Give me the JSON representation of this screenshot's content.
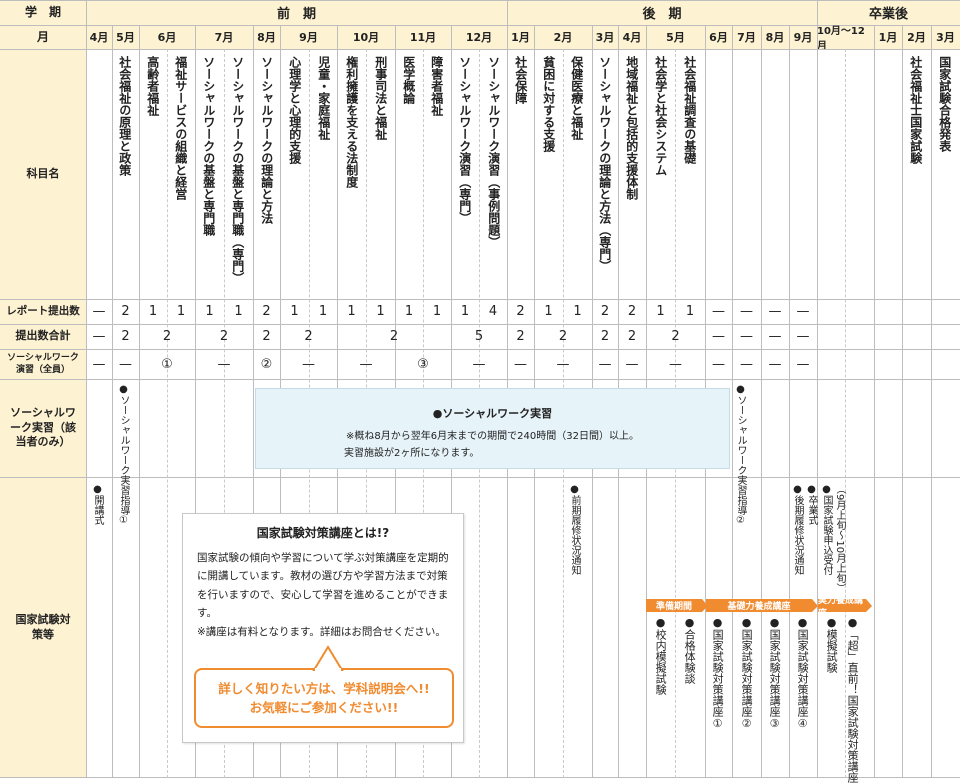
{
  "header": {
    "row_term_label": "学　期",
    "row_month_label": "月",
    "terms": [
      "前　期",
      "後　期",
      "卒業後"
    ],
    "months": [
      "4月",
      "5月",
      "6月",
      "7月",
      "8月",
      "9月",
      "10月",
      "11月",
      "12月",
      "1月",
      "2月",
      "3月",
      "4月",
      "5月",
      "6月",
      "7月",
      "8月",
      "9月",
      "10月〜12月",
      "1月",
      "2月",
      "3月"
    ]
  },
  "row_labels": {
    "subjects": "科目名",
    "reports": "レポート提出数",
    "total": "提出数合計",
    "sw_practice": "ソーシャルワーク演習（全員）",
    "sw_jisshu": "ソーシャルワーク実習（該当者のみ）",
    "exam": "国家試験対策等"
  },
  "subjects": [
    "社会福祉の原理と政策",
    "高齢者福祉",
    "福祉サービスの組織と経営",
    "ソーシャルワークの基盤と専門職",
    "ソーシャルワークの基盤と専門職（専門）",
    "ソーシャルワークの理論と方法",
    "心理学と心理的支援",
    "児童・家庭福祉",
    "権利擁護を支える法制度",
    "刑事司法と福祉",
    "医学概論",
    "障害者福祉",
    "ソーシャルワーク演習（専門）",
    "ソーシャルワーク演習（事例問題）",
    "社会保障",
    "貧困に対する支援",
    "保健医療と福祉",
    "ソーシャルワークの理論と方法（専門）",
    "地域福祉と包括的支援体制",
    "社会学と社会システム",
    "社会福祉調査の基礎",
    "社会福祉士国家試験",
    "国家試験合格発表"
  ],
  "reports": [
    "—",
    "2",
    "1",
    "1",
    "1",
    "1",
    "2",
    "1",
    "1",
    "1",
    "1",
    "1",
    "1",
    "1",
    "4",
    "2",
    "1",
    "1",
    "2",
    "2",
    "1",
    "1",
    "—",
    "—",
    "—",
    "—"
  ],
  "totals": [
    "—",
    "2",
    "2",
    "2",
    "2",
    "2",
    "2",
    "5",
    "2",
    "2",
    "2",
    "2",
    "2",
    "—",
    "—",
    "—",
    "—"
  ],
  "sw_practice": [
    "—",
    "—",
    "①",
    "—",
    "②",
    "—",
    "—",
    "③",
    "—",
    "—",
    "—",
    "—",
    "—",
    "—",
    "—",
    "—",
    "—",
    "—"
  ],
  "jisshu": {
    "guide1": "●ソーシャルワーク実習指導①",
    "guide2": "●ソーシャルワーク実習指導②",
    "title": "●ソーシャルワーク実習",
    "line1": "※概ね8月から翌年6月末までの期間で240時間（32日間）以上。",
    "line2": "実習施設が2ヶ所になります。"
  },
  "exam": {
    "opening": "●開講式",
    "first_notice": "●前期履修状況通知",
    "second_notice": "●後期履修状況通知",
    "graduation": "●卒業式",
    "application": "●国家試験申込受付",
    "application_period": "（9月上旬〜10月上旬）",
    "tag_prep": "準備期間",
    "tag_basic": "基礎力養成講座",
    "tag_practical": "実力養成講座",
    "mock_school": "●校内模擬試験",
    "pass_exp": "●合格体験談",
    "course1": "●国家試験対策講座①",
    "course2": "●国家試験対策講座②",
    "course3": "●国家試験対策講座③",
    "course4": "●国家試験対策講座④",
    "mock": "●模擬試験",
    "super": "●「超」直前！国家試験対策講座"
  },
  "infobox": {
    "title": "国家試験対策講座とは!?",
    "body": "国家試験の傾向や学習について学ぶ対策講座を定期的に開講しています。教材の選び方や学習方法まで対策を行いますので、安心して学習を進めることができます。",
    "note": "※講座は有料となります。詳細はお問合せください。",
    "cta1": "詳しく知りたい方は、学科説明会へ!!",
    "cta2": "お気軽にご参加ください!!"
  },
  "colors": {
    "header_bg": "#fdf2d2",
    "jisshu_bg": "#e6f3f9",
    "accent": "#f08b30",
    "grid": "#bdbdbd"
  }
}
